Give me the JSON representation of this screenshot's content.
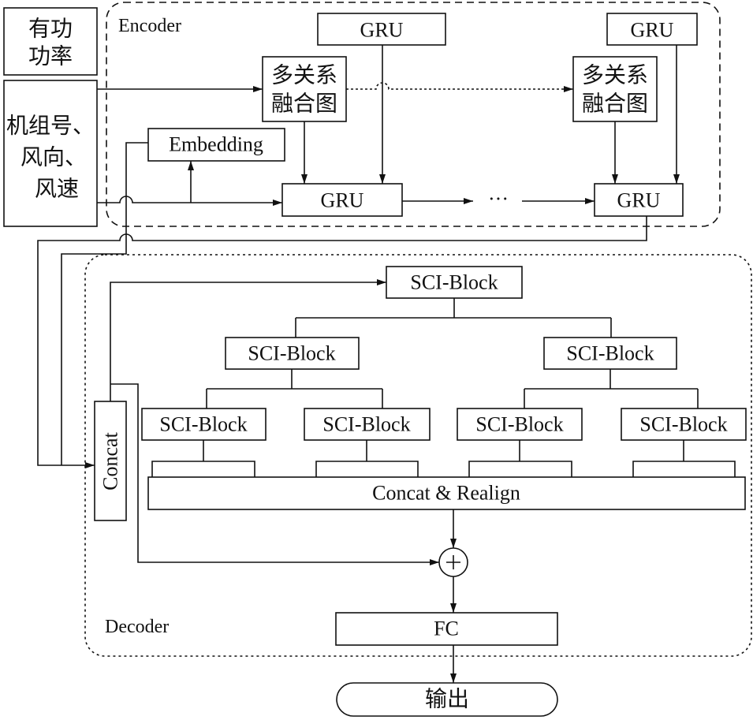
{
  "inputs": {
    "active_power": [
      "有功",
      "功率"
    ],
    "unit_features": [
      "机组号、",
      "风向、",
      "风速"
    ]
  },
  "encoder": {
    "label": "Encoder",
    "gru_top_first": "GRU",
    "gru_top_last": "GRU",
    "graph_first": [
      "多关系",
      "融合图"
    ],
    "graph_last": [
      "多关系",
      "融合图"
    ],
    "embedding": "Embedding",
    "gru_first": "GRU",
    "ellipsis": "···",
    "gru_last": "GRU"
  },
  "decoder": {
    "label": "Decoder",
    "concat": "Concat",
    "sci_block_level1": "SCI-Block",
    "sci_block_level2": [
      "SCI-Block",
      "SCI-Block"
    ],
    "sci_block_level3": [
      "SCI-Block",
      "SCI-Block",
      "SCI-Block",
      "SCI-Block"
    ],
    "concat_realign": "Concat & Realign",
    "fc": "FC"
  },
  "output": "输出"
}
